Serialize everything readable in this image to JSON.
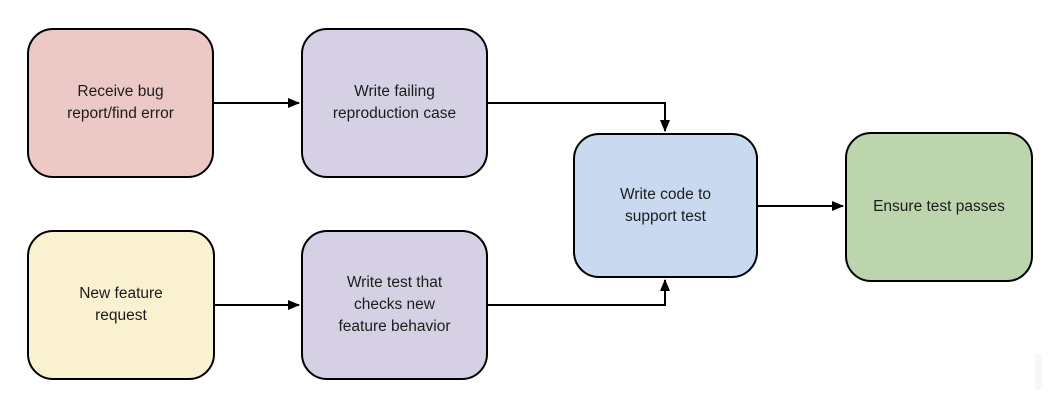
{
  "diagram": {
    "type": "flowchart",
    "background": "#ffffff",
    "edge_color": "#000000",
    "node_border_color": "#000000",
    "nodes": [
      {
        "id": "receive-bug",
        "label": "Receive bug\nreport/find error",
        "fill": "#ecc9c6"
      },
      {
        "id": "write-failing-repro",
        "label": "Write failing\nreproduction case",
        "fill": "#d5d0e3"
      },
      {
        "id": "new-feature-request",
        "label": "New feature\nrequest",
        "fill": "#faf1d1"
      },
      {
        "id": "write-test-checks",
        "label": "Write test that\nchecks new\nfeature behavior",
        "fill": "#d5d0e3"
      },
      {
        "id": "write-code",
        "label": "Write code to\nsupport test",
        "fill": "#c9d9f0"
      },
      {
        "id": "ensure-test-passes",
        "label": "Ensure test passes",
        "fill": "#bcd5ac"
      }
    ],
    "edges": [
      {
        "from": "receive-bug",
        "to": "write-failing-repro"
      },
      {
        "from": "write-failing-repro",
        "to": "write-code"
      },
      {
        "from": "new-feature-request",
        "to": "write-test-checks"
      },
      {
        "from": "write-test-checks",
        "to": "write-code"
      },
      {
        "from": "write-code",
        "to": "ensure-test-passes"
      }
    ]
  }
}
